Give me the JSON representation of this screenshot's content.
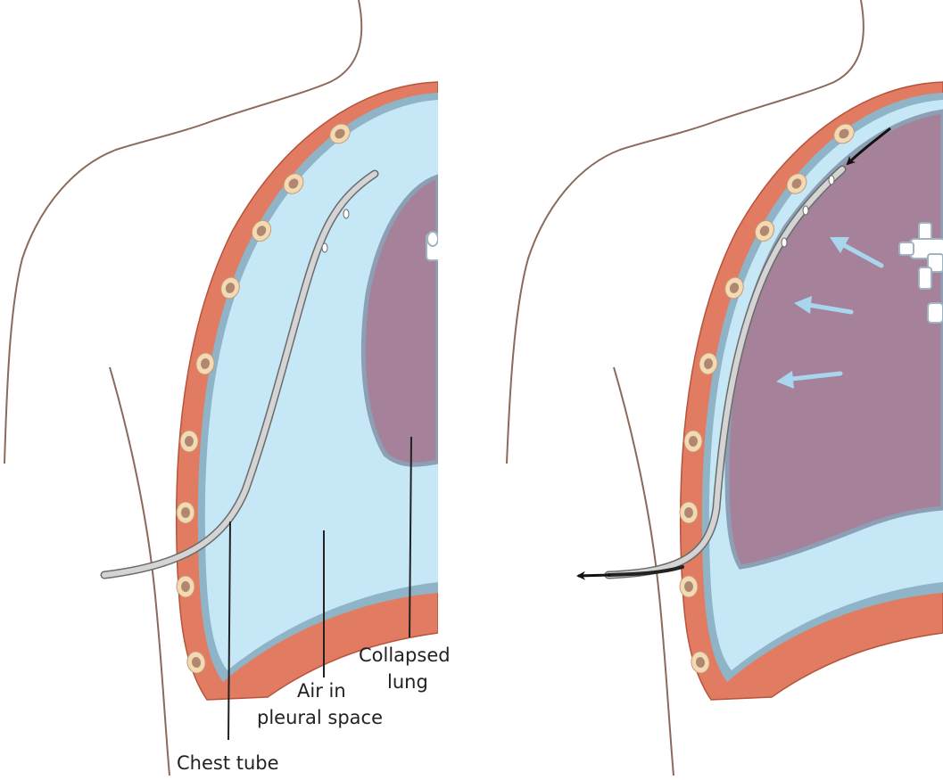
{
  "labels": {
    "chest_tube": "Chest tube",
    "air_line1": "Air in",
    "air_line2": "pleural space",
    "lung_line1": "Collapsed",
    "lung_line2": "lung"
  },
  "colors": {
    "body_outline": "#8a6a5a",
    "chest_wall": "#e17c62",
    "chest_wall_edge": "#b8533c",
    "pleura": "#8fb4c8",
    "pleural_air": "#c6e7f6",
    "lung": "#a58299",
    "lung_edge": "#8c9fb4",
    "rib": "#f4dab4",
    "rib_dot": "#8a6a56",
    "tube": "#d4d4d4",
    "tube_edge": "#6b6b6b",
    "arrow_light": "#a9d6ee",
    "leader": "#222222"
  },
  "icons": [
    "airflow-arrow-icon",
    "drain-arrow-icon",
    "bronchus-icon"
  ]
}
